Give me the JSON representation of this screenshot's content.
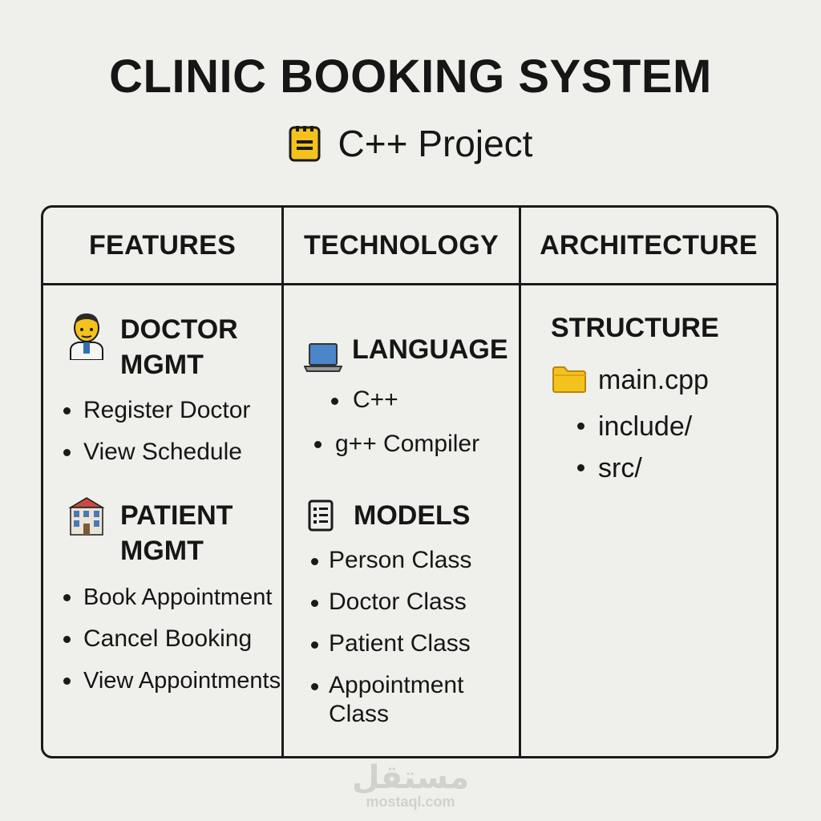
{
  "title": "CLINIC BOOKING SYSTEM",
  "subtitle": "C++ Project",
  "columns": {
    "features": "FEATURES",
    "technology": "TECHNOLOGY",
    "architecture": "ARCHITECTURE"
  },
  "features": {
    "doctor": {
      "heading_line1": "DOCTOR",
      "heading_line2": "MGMT",
      "items": [
        "Register Doctor",
        "View Schedule"
      ]
    },
    "patient": {
      "heading_line1": "PATIENT",
      "heading_line2": "MGMT",
      "items": [
        "Book Appointment",
        "Cancel Booking",
        "View Appointments"
      ]
    }
  },
  "technology": {
    "language": {
      "heading": "LANGUAGE",
      "items": [
        "C++",
        "g++ Compiler"
      ]
    },
    "models": {
      "heading": "MODELS",
      "items": [
        "Person Class",
        "Doctor Class",
        "Patient Class",
        "Appointment",
        "Class"
      ]
    }
  },
  "architecture": {
    "heading": "STRUCTURE",
    "file": "main.cpp",
    "items": [
      "include/",
      "src/"
    ]
  },
  "watermark": {
    "arabic": "مستقل",
    "url": "mostaql.com"
  }
}
